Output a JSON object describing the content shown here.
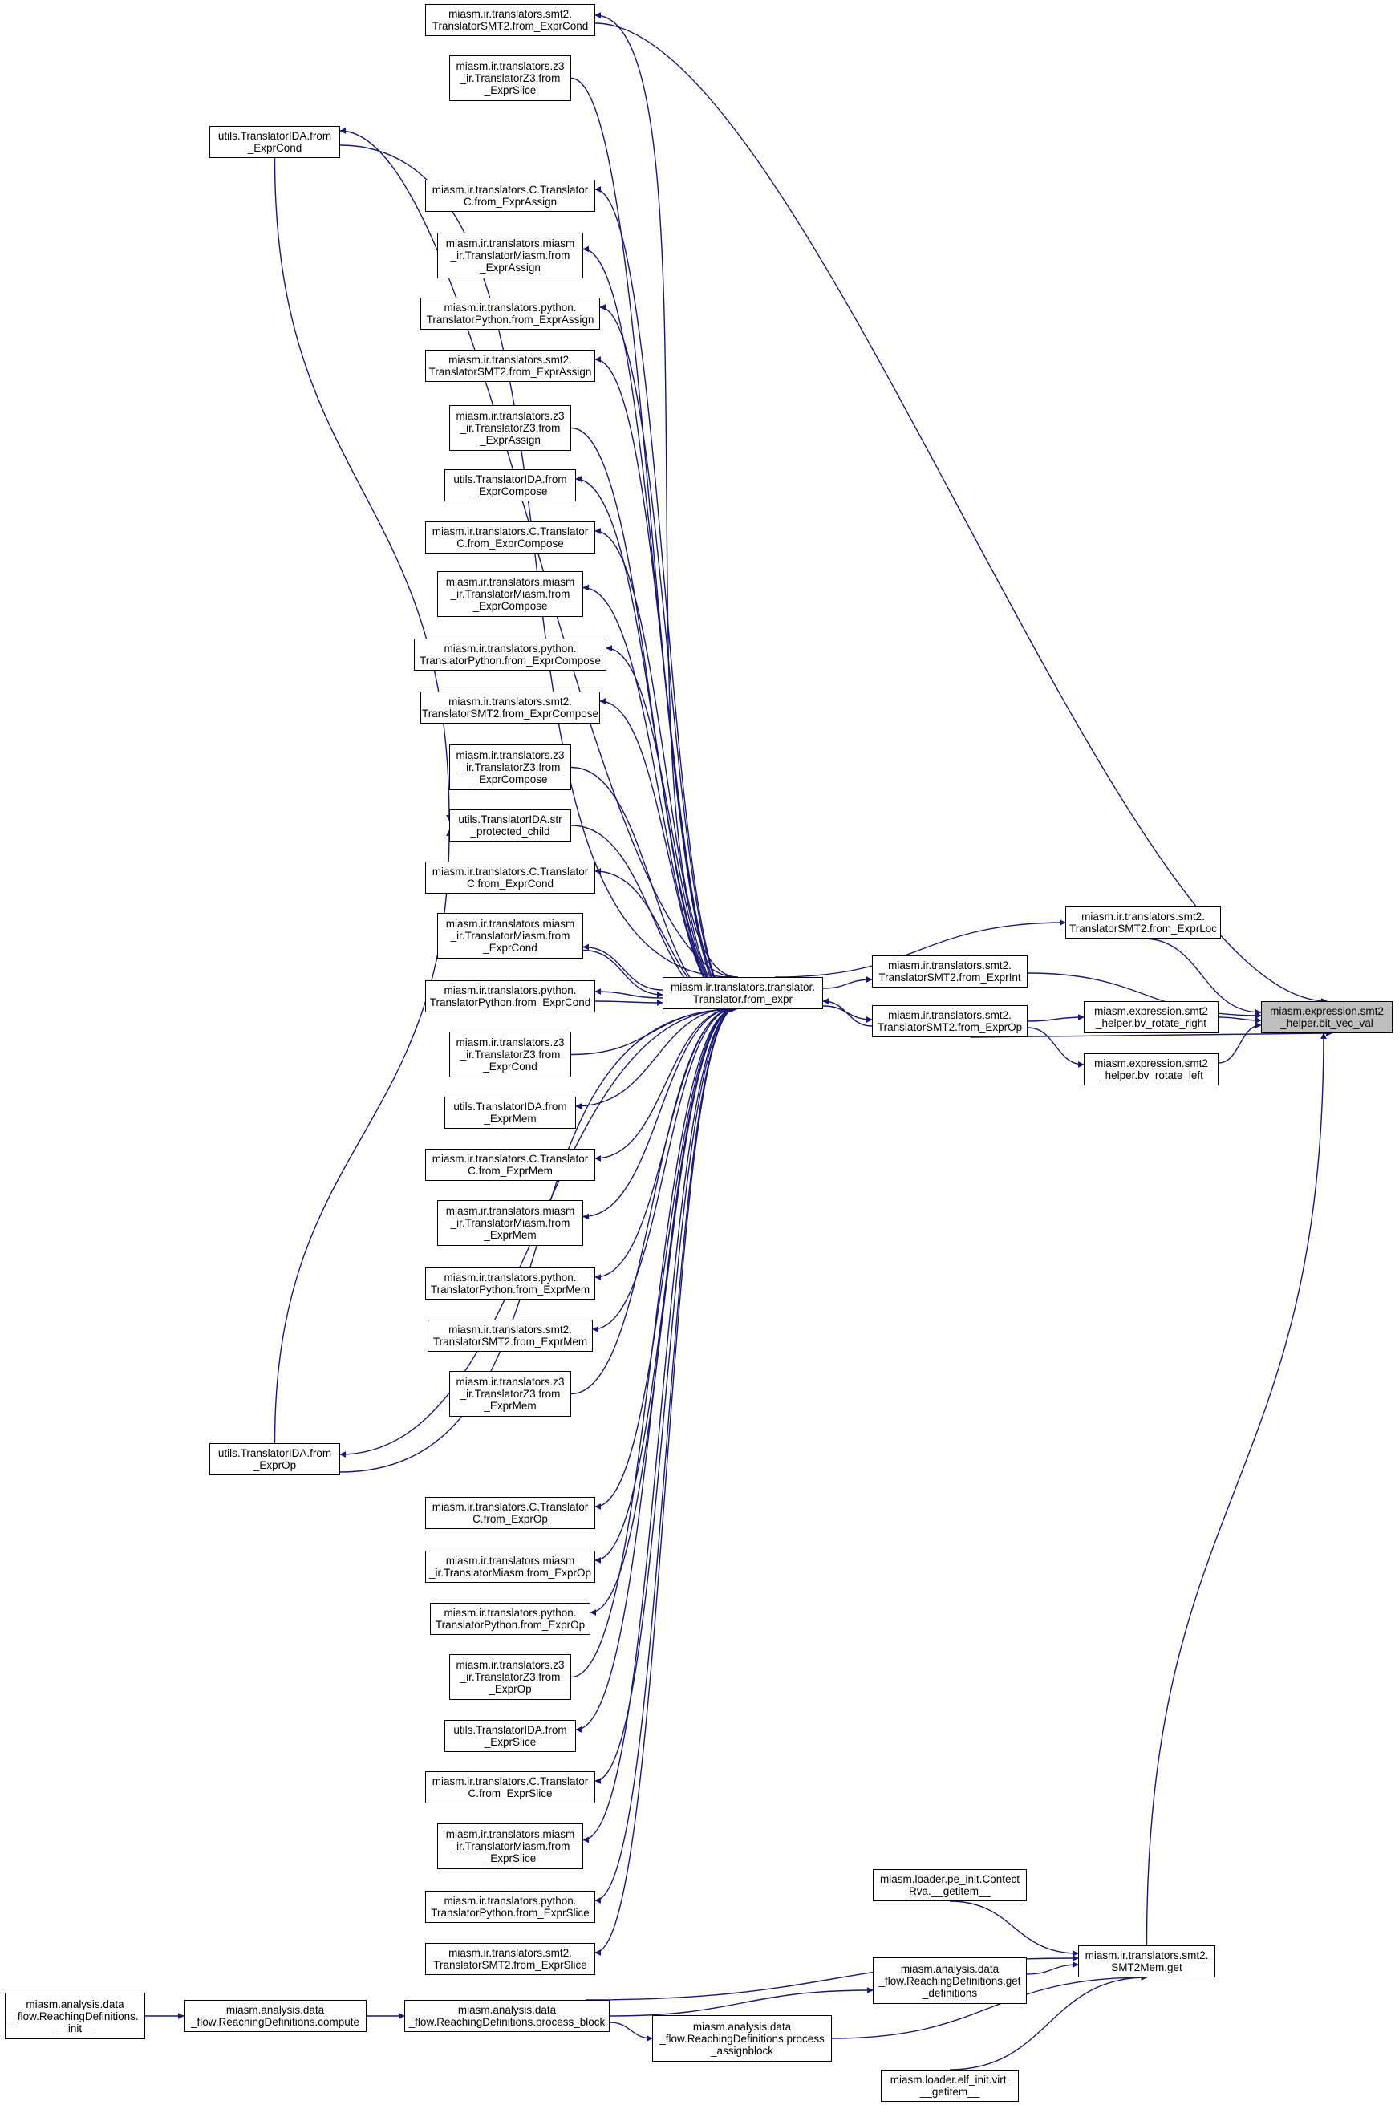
{
  "graph": {
    "kind": "doxygen caller graph",
    "colors": {
      "edge": "#191970",
      "node_border": "#000000",
      "root_fill": "#bfbfbf",
      "node_fill": "#ffffff"
    },
    "root": "bit_vec_val",
    "nodes": {
      "bit_vec_val": [
        "miasm.expression.smt2",
        "_helper.bit_vec_val"
      ],
      "from_expr": [
        "miasm.ir.translators.translator.",
        "Translator.from_expr"
      ],
      "smt2_from_ExprLoc": [
        "miasm.ir.translators.smt2.",
        "TranslatorSMT2.from_ExprLoc"
      ],
      "smt2_from_ExprInt": [
        "miasm.ir.translators.smt2.",
        "TranslatorSMT2.from_ExprInt"
      ],
      "smt2_from_ExprOp": [
        "miasm.ir.translators.smt2.",
        "TranslatorSMT2.from_ExprOp"
      ],
      "bv_rotate_right": [
        "miasm.expression.smt2",
        "_helper.bv_rotate_right"
      ],
      "bv_rotate_left": [
        "miasm.expression.smt2",
        "_helper.bv_rotate_left"
      ],
      "smt2mem_get": [
        "miasm.ir.translators.smt2.",
        "SMT2Mem.get"
      ],
      "pe_getitem": [
        "miasm.loader.pe_init.Contect",
        "Rva.__getitem__"
      ],
      "get_definitions": [
        "miasm.analysis.data",
        "_flow.ReachingDefinitions.get",
        "_definitions"
      ],
      "process_assignblock": [
        "miasm.analysis.data",
        "_flow.ReachingDefinitions.process",
        "_assignblock"
      ],
      "elf_getitem": [
        "miasm.loader.elf_init.virt.",
        "__getitem__"
      ],
      "process_block": [
        "miasm.analysis.data",
        "_flow.ReachingDefinitions.process_block"
      ],
      "compute": [
        "miasm.analysis.data",
        "_flow.ReachingDefinitions.compute"
      ],
      "rd_init": [
        "miasm.analysis.data",
        "_flow.ReachingDefinitions.",
        "__init__"
      ],
      "smt2_from_ExprCond": [
        "miasm.ir.translators.smt2.",
        "TranslatorSMT2.from_ExprCond"
      ],
      "z3_from_ExprSlice": [
        "miasm.ir.translators.z3",
        "_ir.TranslatorZ3.from",
        "_ExprSlice"
      ],
      "ida_from_ExprCond": [
        "utils.TranslatorIDA.from",
        "_ExprCond"
      ],
      "c_from_ExprAssign": [
        "miasm.ir.translators.C.Translator",
        "C.from_ExprAssign"
      ],
      "miasm_from_ExprAssign": [
        "miasm.ir.translators.miasm",
        "_ir.TranslatorMiasm.from",
        "_ExprAssign"
      ],
      "python_from_ExprAssign": [
        "miasm.ir.translators.python.",
        "TranslatorPython.from_ExprAssign"
      ],
      "smt2_from_ExprAssign": [
        "miasm.ir.translators.smt2.",
        "TranslatorSMT2.from_ExprAssign"
      ],
      "z3_from_ExprAssign": [
        "miasm.ir.translators.z3",
        "_ir.TranslatorZ3.from",
        "_ExprAssign"
      ],
      "ida_from_ExprCompose": [
        "utils.TranslatorIDA.from",
        "_ExprCompose"
      ],
      "c_from_ExprCompose": [
        "miasm.ir.translators.C.Translator",
        "C.from_ExprCompose"
      ],
      "miasm_from_ExprCompose": [
        "miasm.ir.translators.miasm",
        "_ir.TranslatorMiasm.from",
        "_ExprCompose"
      ],
      "python_from_ExprCompose": [
        "miasm.ir.translators.python.",
        "TranslatorPython.from_ExprCompose"
      ],
      "smt2_from_ExprCompose": [
        "miasm.ir.translators.smt2.",
        "TranslatorSMT2.from_ExprCompose"
      ],
      "z3_from_ExprCompose": [
        "miasm.ir.translators.z3",
        "_ir.TranslatorZ3.from",
        "_ExprCompose"
      ],
      "ida_str_protected_child": [
        "utils.TranslatorIDA.str",
        "_protected_child"
      ],
      "c_from_ExprCond": [
        "miasm.ir.translators.C.Translator",
        "C.from_ExprCond"
      ],
      "miasm_from_ExprCond": [
        "miasm.ir.translators.miasm",
        "_ir.TranslatorMiasm.from",
        "_ExprCond"
      ],
      "python_from_ExprCond": [
        "miasm.ir.translators.python.",
        "TranslatorPython.from_ExprCond"
      ],
      "z3_from_ExprCond": [
        "miasm.ir.translators.z3",
        "_ir.TranslatorZ3.from",
        "_ExprCond"
      ],
      "ida_from_ExprMem": [
        "utils.TranslatorIDA.from",
        "_ExprMem"
      ],
      "c_from_ExprMem": [
        "miasm.ir.translators.C.Translator",
        "C.from_ExprMem"
      ],
      "miasm_from_ExprMem": [
        "miasm.ir.translators.miasm",
        "_ir.TranslatorMiasm.from",
        "_ExprMem"
      ],
      "python_from_ExprMem": [
        "miasm.ir.translators.python.",
        "TranslatorPython.from_ExprMem"
      ],
      "smt2_from_ExprMem": [
        "miasm.ir.translators.smt2.",
        "TranslatorSMT2.from_ExprMem"
      ],
      "z3_from_ExprMem": [
        "miasm.ir.translators.z3",
        "_ir.TranslatorZ3.from",
        "_ExprMem"
      ],
      "ida_from_ExprOp": [
        "utils.TranslatorIDA.from",
        "_ExprOp"
      ],
      "c_from_ExprOp": [
        "miasm.ir.translators.C.Translator",
        "C.from_ExprOp"
      ],
      "miasm_from_ExprOp": [
        "miasm.ir.translators.miasm",
        "_ir.TranslatorMiasm.from_ExprOp"
      ],
      "python_from_ExprOp": [
        "miasm.ir.translators.python.",
        "TranslatorPython.from_ExprOp"
      ],
      "z3_from_ExprOp": [
        "miasm.ir.translators.z3",
        "_ir.TranslatorZ3.from",
        "_ExprOp"
      ],
      "ida_from_ExprSlice": [
        "utils.TranslatorIDA.from",
        "_ExprSlice"
      ],
      "c_from_ExprSlice": [
        "miasm.ir.translators.C.Translator",
        "C.from_ExprSlice"
      ],
      "miasm_from_ExprSlice": [
        "miasm.ir.translators.miasm",
        "_ir.TranslatorMiasm.from",
        "_ExprSlice"
      ],
      "python_from_ExprSlice": [
        "miasm.ir.translators.python.",
        "TranslatorPython.from_ExprSlice"
      ],
      "smt2_from_ExprSlice": [
        "miasm.ir.translators.smt2.",
        "TranslatorSMT2.from_ExprSlice"
      ]
    },
    "edges": [
      [
        "from_expr",
        "smt2_from_ExprLoc"
      ],
      [
        "from_expr",
        "smt2_from_ExprInt"
      ],
      [
        "from_expr",
        "smt2_from_ExprOp"
      ],
      [
        "smt2_from_ExprOp",
        "bv_rotate_right"
      ],
      [
        "smt2_from_ExprOp",
        "bv_rotate_left"
      ],
      [
        "smt2_from_ExprOp",
        "bit_vec_val"
      ],
      [
        "smt2_from_ExprLoc",
        "bit_vec_val"
      ],
      [
        "smt2_from_ExprInt",
        "bit_vec_val"
      ],
      [
        "bv_rotate_right",
        "bit_vec_val"
      ],
      [
        "bv_rotate_left",
        "bit_vec_val"
      ],
      [
        "smt2_from_ExprCond",
        "bit_vec_val"
      ],
      [
        "smt2mem_get",
        "bit_vec_val"
      ],
      [
        "pe_getitem",
        "smt2mem_get"
      ],
      [
        "get_definitions",
        "smt2mem_get"
      ],
      [
        "process_assignblock",
        "smt2mem_get"
      ],
      [
        "elf_getitem",
        "smt2mem_get"
      ],
      [
        "process_block",
        "smt2mem_get"
      ],
      [
        "process_block",
        "get_definitions"
      ],
      [
        "process_block",
        "process_assignblock"
      ],
      [
        "compute",
        "process_block"
      ],
      [
        "rd_init",
        "compute"
      ],
      [
        "ida_from_ExprCond",
        "ida_str_protected_child"
      ],
      [
        "ida_from_ExprOp",
        "ida_str_protected_child"
      ],
      [
        "from_expr",
        "ida_from_ExprOp"
      ],
      [
        "ida_from_ExprOp",
        "from_expr"
      ],
      [
        "from_expr",
        "ida_from_ExprCond"
      ],
      [
        "ida_from_ExprCond",
        "from_expr"
      ],
      [
        "from_expr",
        "python_from_ExprCond"
      ],
      [
        "python_from_ExprCond",
        "from_expr"
      ],
      [
        "from_expr",
        "miasm_from_ExprCond"
      ],
      [
        "miasm_from_ExprCond",
        "from_expr"
      ],
      [
        "from_expr",
        "smt2_from_ExprCond"
      ],
      [
        "smt2_from_ExprCond",
        "from_expr"
      ],
      [
        "from_expr",
        "smt2_from_ExprOp"
      ],
      [
        "smt2_from_ExprOp",
        "from_expr"
      ],
      [
        "z3_from_ExprSlice",
        "from_expr"
      ],
      [
        "from_expr",
        "c_from_ExprAssign"
      ],
      [
        "from_expr",
        "miasm_from_ExprAssign"
      ],
      [
        "from_expr",
        "python_from_ExprAssign"
      ],
      [
        "from_expr",
        "smt2_from_ExprAssign"
      ],
      [
        "z3_from_ExprAssign",
        "from_expr"
      ],
      [
        "from_expr",
        "ida_from_ExprCompose"
      ],
      [
        "from_expr",
        "c_from_ExprCompose"
      ],
      [
        "from_expr",
        "miasm_from_ExprCompose"
      ],
      [
        "from_expr",
        "python_from_ExprCompose"
      ],
      [
        "from_expr",
        "smt2_from_ExprCompose"
      ],
      [
        "z3_from_ExprCompose",
        "from_expr"
      ],
      [
        "ida_str_protected_child",
        "from_expr"
      ],
      [
        "from_expr",
        "c_from_ExprCond"
      ],
      [
        "z3_from_ExprCond",
        "from_expr"
      ],
      [
        "from_expr",
        "ida_from_ExprMem"
      ],
      [
        "from_expr",
        "c_from_ExprMem"
      ],
      [
        "from_expr",
        "miasm_from_ExprMem"
      ],
      [
        "from_expr",
        "python_from_ExprMem"
      ],
      [
        "from_expr",
        "smt2_from_ExprMem"
      ],
      [
        "z3_from_ExprMem",
        "from_expr"
      ],
      [
        "from_expr",
        "c_from_ExprOp"
      ],
      [
        "from_expr",
        "miasm_from_ExprOp"
      ],
      [
        "from_expr",
        "python_from_ExprOp"
      ],
      [
        "z3_from_ExprOp",
        "from_expr"
      ],
      [
        "from_expr",
        "ida_from_ExprSlice"
      ],
      [
        "from_expr",
        "c_from_ExprSlice"
      ],
      [
        "from_expr",
        "miasm_from_ExprSlice"
      ],
      [
        "from_expr",
        "python_from_ExprSlice"
      ],
      [
        "from_expr",
        "smt2_from_ExprSlice"
      ]
    ]
  }
}
